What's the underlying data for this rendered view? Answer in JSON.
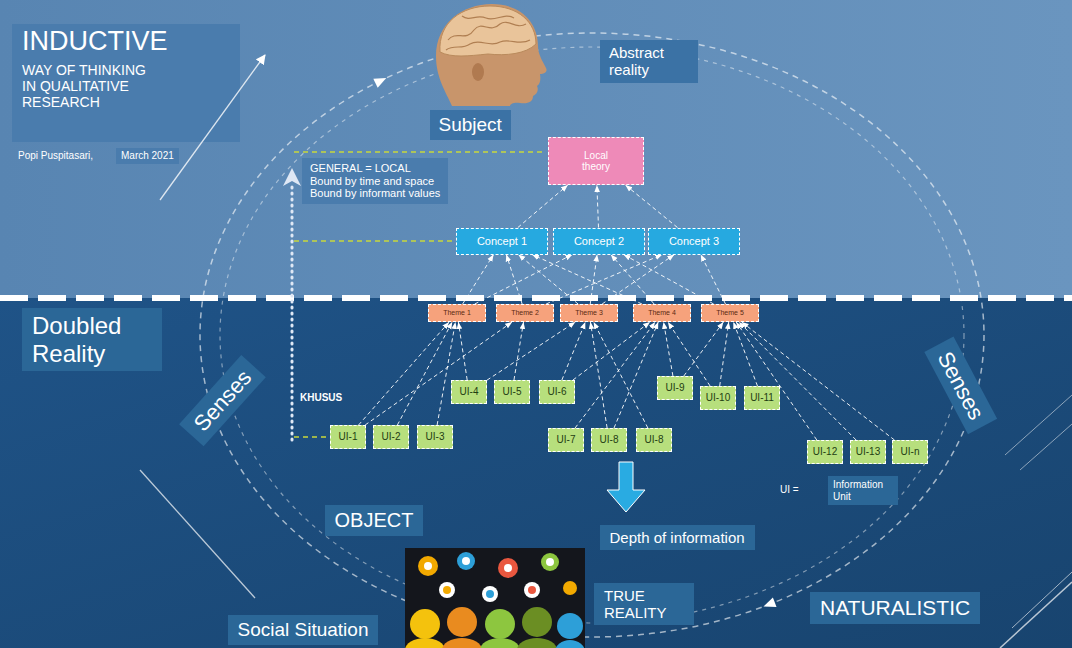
{
  "diagram": {
    "title": "INDUCTIVE",
    "nodes": [
      {
        "text": [
          "Abstract reality"
        ]
      },
      {
        "text": [
          "Subject"
        ]
      },
      {
        "text": [
          "Local theory"
        ]
      },
      {
        "text": [
          "GENERAL = LOCAL",
          "Bound by time and space",
          "Bound by informant values"
        ]
      },
      {
        "text": [
          "Concept 1"
        ]
      },
      {
        "text": [
          "Concept 2"
        ]
      },
      {
        "text": [
          "Concept 3"
        ]
      },
      {
        "text": [
          "Doubled Reality"
        ]
      },
      {
        "text": [
          "Theme 1"
        ]
      },
      {
        "text": [
          "Theme 2"
        ]
      },
      {
        "text": [
          "Theme 3"
        ]
      },
      {
        "text": [
          "Theme 4"
        ]
      },
      {
        "text": [
          "Theme 5"
        ]
      },
      {
        "text": [
          "Senses"
        ]
      },
      {
        "text": [
          "Senses"
        ]
      },
      {
        "text": [
          "UI-4"
        ]
      },
      {
        "text": [
          "UI-5"
        ]
      },
      {
        "text": [
          "UI-6"
        ]
      },
      {
        "text": [
          "UI-9"
        ]
      },
      {
        "text": [
          "UI-10"
        ]
      },
      {
        "text": [
          "UI-11"
        ]
      },
      {
        "text": [
          "UI-1"
        ]
      },
      {
        "text": [
          "UI-2"
        ]
      },
      {
        "text": [
          "UI-3"
        ]
      },
      {
        "text": [
          "UI-7"
        ]
      },
      {
        "text": [
          "UI-8"
        ]
      },
      {
        "text": [
          "UI-8"
        ]
      },
      {
        "text": [
          "UI-12"
        ]
      },
      {
        "text": [
          "UI-13"
        ]
      },
      {
        "text": [
          "UI-n"
        ]
      },
      {
        "text": [
          "OBJECT"
        ]
      },
      {
        "text": [
          "Depth of information"
        ]
      },
      {
        "text": [
          "TRUE REALITY"
        ]
      },
      {
        "text": [
          "NATURALISTIC"
        ]
      },
      {
        "text": [
          "Social Situation"
        ]
      }
    ],
    "edges": [
      {
        "from": 4,
        "to": 2,
        "arrow": "to"
      },
      {
        "from": 5,
        "to": 2,
        "arrow": "to"
      },
      {
        "from": 6,
        "to": 2,
        "arrow": "to"
      },
      {
        "from": 8,
        "to": 4,
        "arrow": "to"
      },
      {
        "from": 9,
        "to": 4,
        "arrow": "to"
      },
      {
        "from": 10,
        "to": 4,
        "arrow": "to"
      },
      {
        "from": 11,
        "to": 4,
        "arrow": "to"
      },
      {
        "from": 8,
        "to": 5,
        "arrow": "to"
      },
      {
        "from": 10,
        "to": 5,
        "arrow": "to"
      },
      {
        "from": 11,
        "to": 5,
        "arrow": "to"
      },
      {
        "from": 12,
        "to": 5,
        "arrow": "to"
      },
      {
        "from": 9,
        "to": 6,
        "arrow": "to"
      },
      {
        "from": 10,
        "to": 6,
        "arrow": "to"
      },
      {
        "from": 12,
        "to": 6,
        "arrow": "to"
      },
      {
        "from": 15,
        "to": 8,
        "arrow": "to"
      },
      {
        "from": 15,
        "to": 10,
        "arrow": "to"
      },
      {
        "from": 16,
        "to": 9,
        "arrow": "to"
      },
      {
        "from": 17,
        "to": 10,
        "arrow": "to"
      },
      {
        "from": 17,
        "to": 11,
        "arrow": "to"
      },
      {
        "from": 18,
        "to": 11,
        "arrow": "to"
      },
      {
        "from": 18,
        "to": 12,
        "arrow": "to"
      },
      {
        "from": 19,
        "to": 11,
        "arrow": "to"
      },
      {
        "from": 19,
        "to": 12,
        "arrow": "to"
      },
      {
        "from": 20,
        "to": 12,
        "arrow": "to"
      },
      {
        "from": 21,
        "to": 8,
        "arrow": "to"
      },
      {
        "from": 21,
        "to": 9,
        "arrow": "to"
      },
      {
        "from": 22,
        "to": 8,
        "arrow": "to"
      },
      {
        "from": 23,
        "to": 8,
        "arrow": "to"
      },
      {
        "from": 24,
        "to": 11,
        "arrow": "to"
      },
      {
        "from": 25,
        "to": 10,
        "arrow": "to"
      },
      {
        "from": 25,
        "to": 11,
        "arrow": "to"
      },
      {
        "from": 26,
        "to": 10,
        "arrow": "to"
      },
      {
        "from": 27,
        "to": 12,
        "arrow": "to"
      },
      {
        "from": 28,
        "to": 12,
        "arrow": "to"
      },
      {
        "from": 29,
        "to": 12,
        "arrow": "to"
      }
    ],
    "labels": [
      "WAY OF THINKING IN QUALITATIVE RESEARCH",
      "Popi Puspitasari,",
      "March 2021",
      "KHUSUS",
      "UI =",
      "Information Unit"
    ]
  }
}
